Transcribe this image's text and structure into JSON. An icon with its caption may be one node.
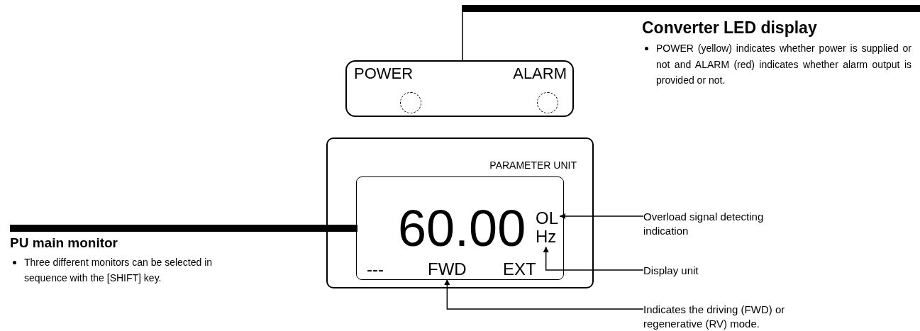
{
  "diagram": {
    "nodes": [
      {
        "text": [
          "POWER",
          "ALARM"
        ]
      },
      {
        "text": [],
        "shape": "circle",
        "in": 0
      },
      {
        "text": [],
        "shape": "circle",
        "in": 0
      },
      {
        "text": [
          "Converter LED display",
          "POWER (yellow) indicates whether power is supplied or not and ALARM (red) indicates whether alarm output is provided or not."
        ]
      },
      {
        "text": [
          "PARAMETER UNIT"
        ]
      },
      {
        "text": [
          "60.00",
          "---",
          "EXT"
        ],
        "in": 4
      },
      {
        "text": [
          "OL"
        ],
        "in": 5
      },
      {
        "text": [
          "Hz"
        ],
        "in": 5
      },
      {
        "text": [
          "FWD"
        ],
        "in": 5
      },
      {
        "text": [
          "PU main monitor",
          "Three different monitors can be selected in sequence with the [SHIFT] key."
        ]
      },
      {
        "text": [
          "Overload signal detecting indication"
        ]
      },
      {
        "text": [
          "Display unit"
        ]
      },
      {
        "text": [
          "Indicates the driving (FWD) or regenerative (RV) mode."
        ]
      }
    ],
    "edges": [
      {
        "from": 3,
        "to": 0,
        "arrow": "none"
      },
      {
        "from": 9,
        "to": 5,
        "arrow": "none",
        "style": "thick"
      },
      {
        "from": 10,
        "to": 6,
        "arrow": "to"
      },
      {
        "from": 11,
        "to": 7,
        "arrow": "to"
      },
      {
        "from": 12,
        "to": 8,
        "arrow": "to"
      }
    ]
  }
}
